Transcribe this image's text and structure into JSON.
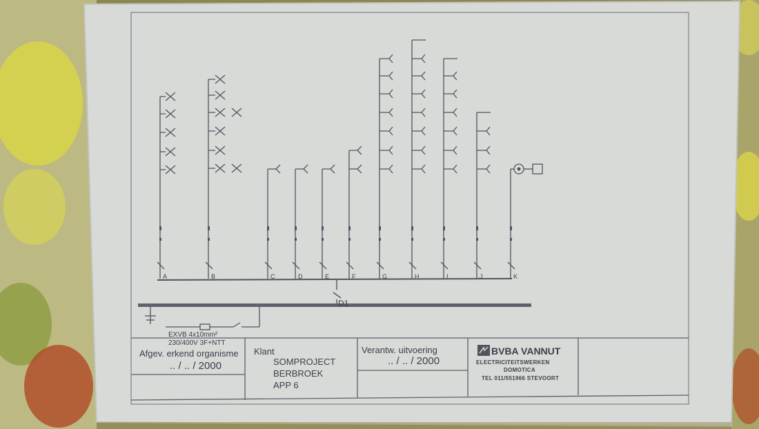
{
  "feeder": {
    "cable": "EXVB 4x10mm²",
    "supply": "230/400V 3F+NTT"
  },
  "main_switch_label": "D1",
  "circuits": [
    "A",
    "B",
    "C",
    "D",
    "E",
    "F",
    "G",
    "H",
    "I",
    "J",
    "K"
  ],
  "title_block": {
    "approval_label": "Afgev. erkend organisme",
    "approval_date": ".. / .. / 2000",
    "client_label": "Klant",
    "client_line1": "SOMPROJECT",
    "client_line2": "BERBROEK",
    "client_line3": "APP 6",
    "responsible_label": "Verantw. uitvoering",
    "responsible_date": ".. / .. / 2000",
    "company_name": "BVBA VANNUT",
    "company_line1": "ELECTRICITEITSWERKEN",
    "company_line2": "DOMOTICA",
    "company_line3": "TEL 011/551966  STEVOORT"
  },
  "colors": {
    "paper": "#d9dbd8",
    "ink": "#4a505c",
    "fabric": "#c8c48a",
    "flower": "#e6e24a"
  }
}
